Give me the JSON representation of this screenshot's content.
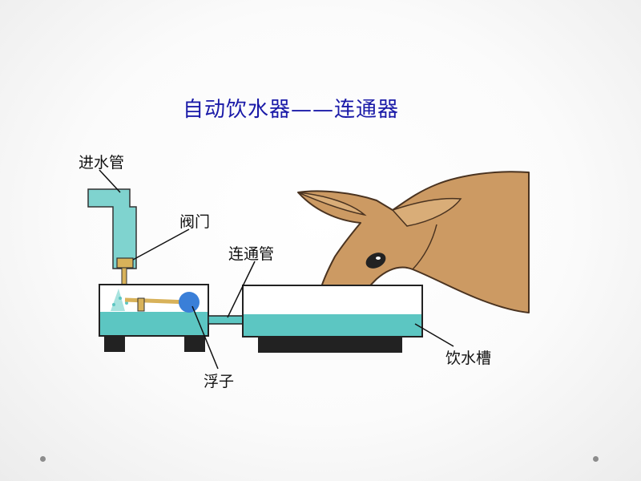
{
  "title": "自动饮水器——连通器",
  "labels": {
    "inlet_pipe": "进水管",
    "valve": "阀门",
    "connecting_pipe": "连通管",
    "float": "浮子",
    "trough": "饮水槽"
  },
  "colors": {
    "title": "#1a1aa8",
    "water": "#5cc6c2",
    "pipe": "#7fd3cf",
    "cow": "#cc9a63",
    "cow_outline": "#4a3320",
    "float": "#3a7fd8"
  },
  "icons": [
    "slide-dot-left-icon",
    "slide-dot-right-icon"
  ]
}
